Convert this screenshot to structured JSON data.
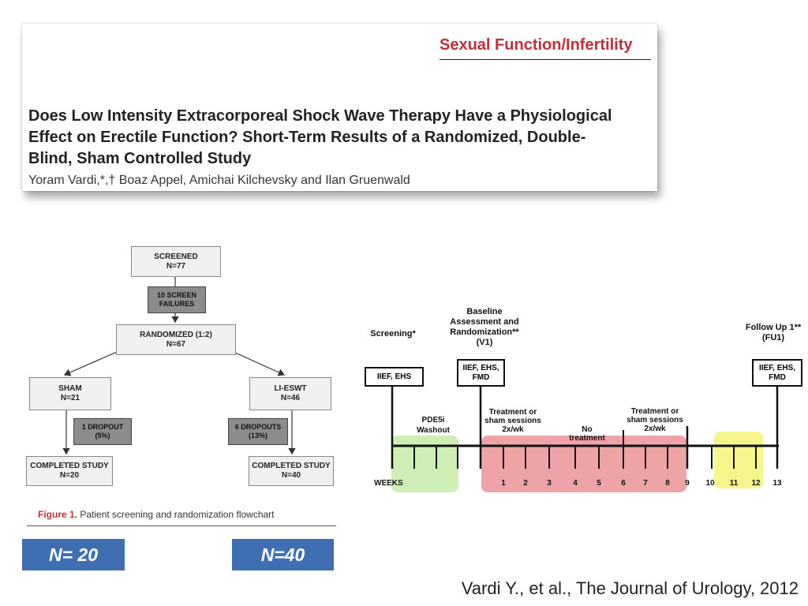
{
  "paper": {
    "section": "Sexual Function/Infertility",
    "title": "Does Low Intensity Extracorporeal Shock Wave Therapy Have a Physiological Effect on Erectile Function? Short-Term Results of a Randomized, Double-Blind, Sham Controlled Study",
    "authors": "Yoram Vardi,*,† Boaz Appel, Amichai Kilchevsky and Ilan Gruenwald"
  },
  "flowchart": {
    "screened": [
      "SCREENED",
      "N=77"
    ],
    "screen_failures": [
      "10 SCREEN",
      "FAILURES"
    ],
    "randomized": [
      "RANDOMIZED (1:2)",
      "N=67"
    ],
    "sham": [
      "SHAM",
      "N=21"
    ],
    "li_eswt": [
      "LI-ESWT",
      "N=46"
    ],
    "dropout_sham": [
      "1 DROPOUT",
      "(5%)"
    ],
    "dropout_eswt": [
      "6 DROPOUTS",
      "(13%)"
    ],
    "completed_sham": [
      "COMPLETED STUDY",
      "N=20"
    ],
    "completed_eswt": [
      "COMPLETED STUDY",
      "N=40"
    ]
  },
  "figure_caption": {
    "label": "Figure 1.",
    "text": "Patient screening and randomization flowchart"
  },
  "n_labels": {
    "left": "N= 20",
    "right": "N=40"
  },
  "timeline": {
    "screening": "Screening*",
    "baseline": [
      "Baseline",
      "Assessment and",
      "Randomization**",
      "(V1)"
    ],
    "followup": [
      "Follow Up 1**",
      "(FU1)"
    ],
    "box_screening": "IIEF, EHS",
    "box_baseline": [
      "IIEF, EHS,",
      "FMD"
    ],
    "box_followup": [
      "IIEF, EHS,",
      "FMD"
    ],
    "washout": [
      "PDE5i",
      "Washout"
    ],
    "treatment1": [
      "Treatment or",
      "sham sessions",
      "2x/wk"
    ],
    "no_treatment": [
      "No",
      "treatment"
    ],
    "treatment2": [
      "Treatment or",
      "sham sessions",
      "2x/wk"
    ],
    "weeks_label": "WEEKS",
    "weeks": [
      "1",
      "2",
      "3",
      "4",
      "5",
      "6",
      "7",
      "8",
      "9",
      "10",
      "11",
      "12",
      "13"
    ],
    "colors": {
      "washout": "#cfeeb5",
      "treatment": "#eea3a6",
      "followup": "#f6f58c"
    }
  },
  "citation": "Vardi Y., et al., The Journal of Urology, 2012"
}
